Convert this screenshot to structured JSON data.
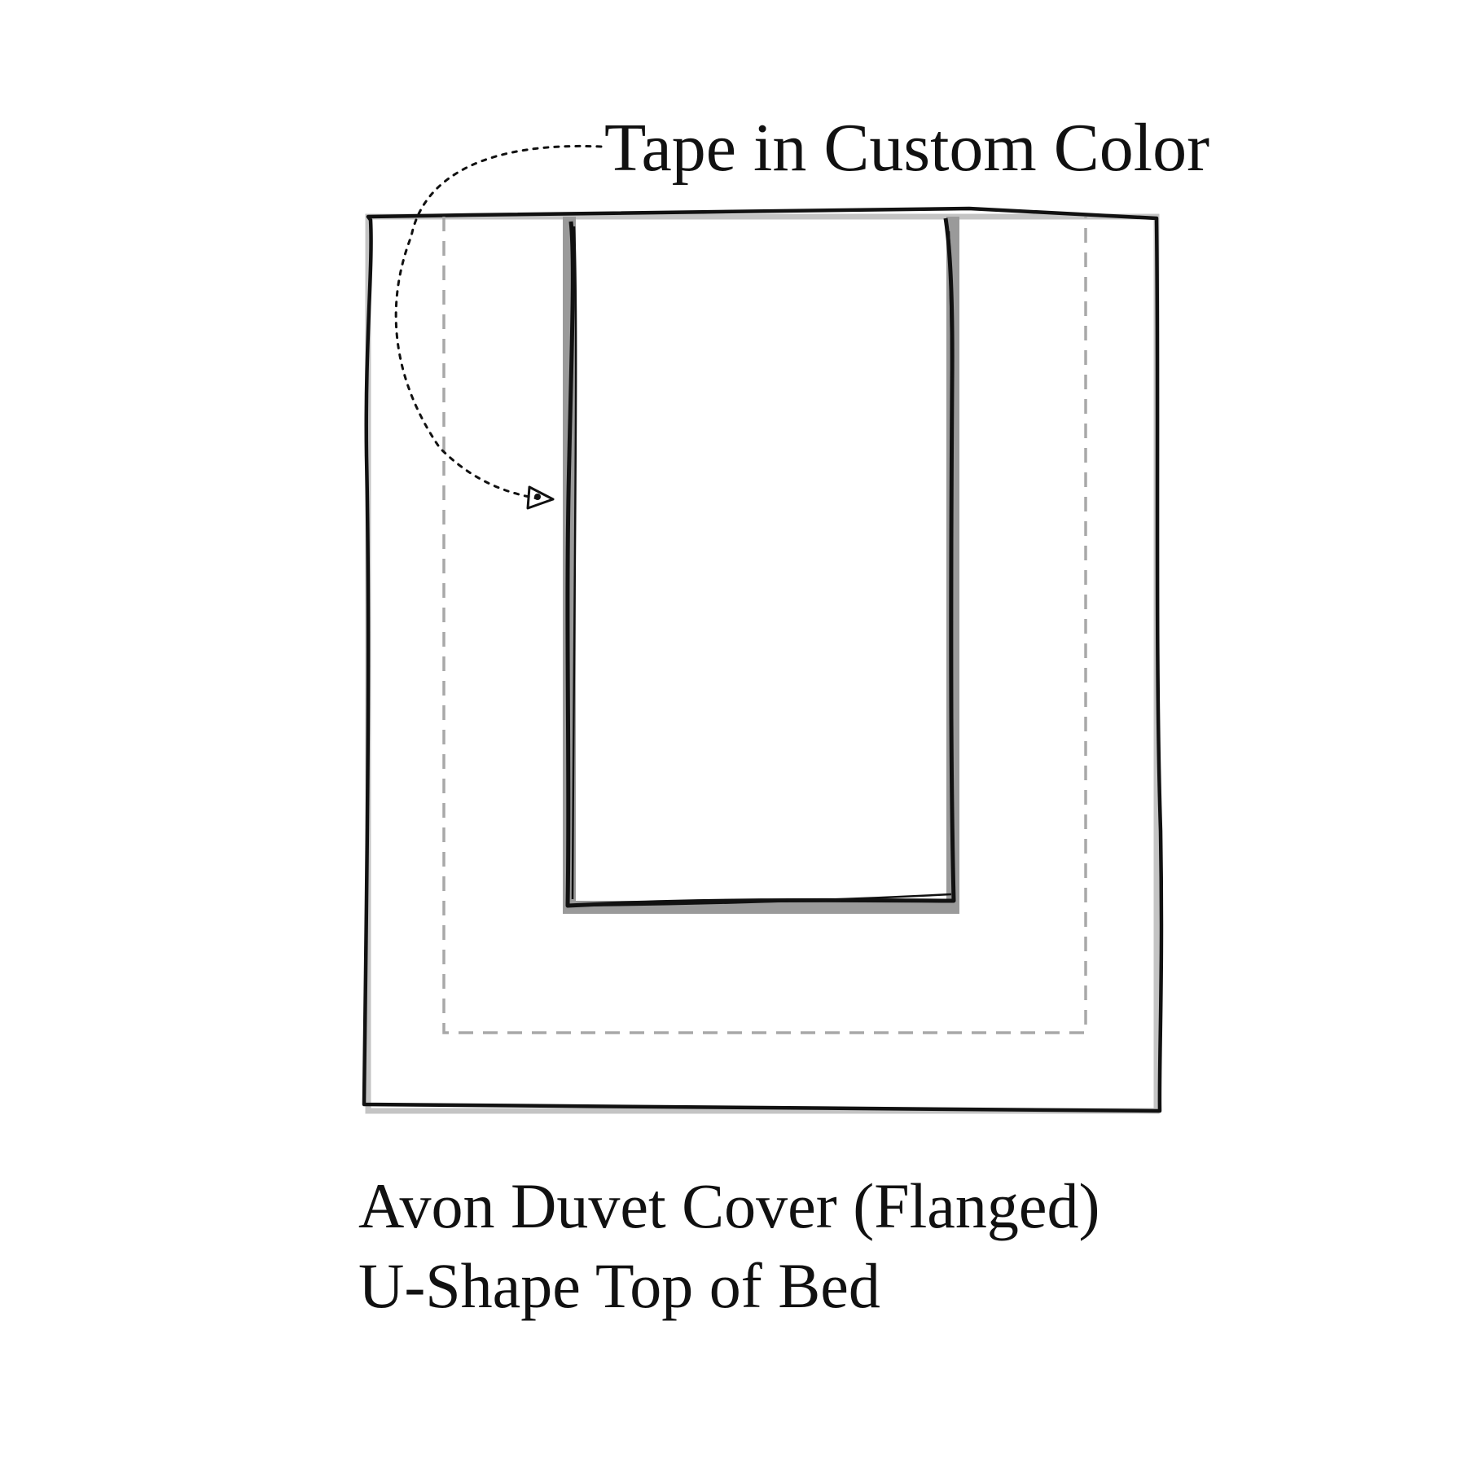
{
  "diagram": {
    "callout_label": "Tape in Custom Color",
    "caption": {
      "line1": "Avon Duvet Cover (Flanged)",
      "line2": "U-Shape Top of Bed"
    },
    "colors": {
      "outline": "#111111",
      "tape": "#9a9a9a",
      "stitch_dashed": "#a8a8a8",
      "callout_arrow": "#111111",
      "background": "#ffffff"
    }
  }
}
